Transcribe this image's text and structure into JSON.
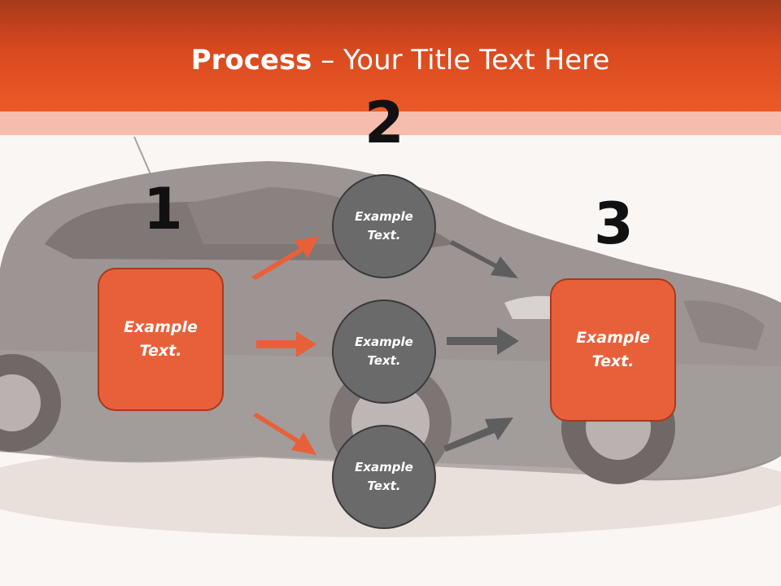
{
  "slide": {
    "title_bold": "Process",
    "title_rest": " – Your Title Text Here",
    "colors": {
      "accent": "#e8603a",
      "header": "#d9491f",
      "circle": "#6b6a6a",
      "arrow_gray": "#5f5e5e"
    },
    "background_image": "car-photo"
  },
  "steps": {
    "n1": "1",
    "n2": "2",
    "n3": "3"
  },
  "shapes": {
    "left_box": "Example\nText.",
    "circle_top": "Example\nText.",
    "circle_mid": "Example\nText.",
    "circle_bottom": "Example\nText.",
    "right_box": "Example\nText."
  },
  "icons": {
    "arrow_left": "arrow-icon",
    "arrow_right": "arrow-icon"
  }
}
